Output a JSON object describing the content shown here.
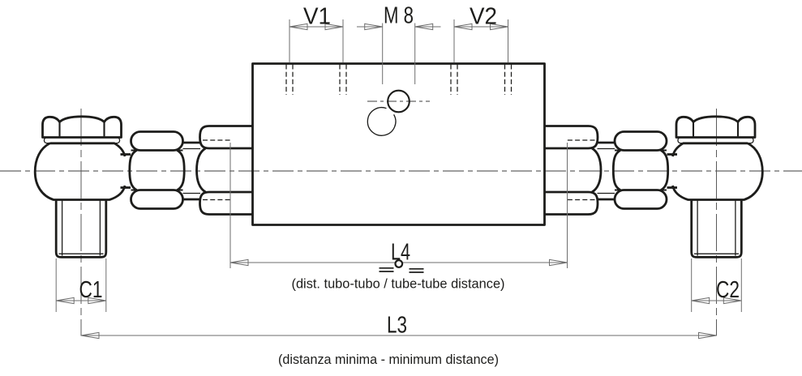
{
  "drawing": {
    "dimensions": {
      "v1": {
        "label": "V1"
      },
      "m8": {
        "label": "M 8"
      },
      "v2": {
        "label": "V2"
      },
      "l4": {
        "label": "L4",
        "caption": "(dist. tubo-tubo / tube-tube distance)"
      },
      "c1": {
        "label": "C1"
      },
      "c2": {
        "label": "C2"
      },
      "l3": {
        "label": "L3",
        "caption": "(distanza minima - minimum distance)"
      }
    },
    "colors": {
      "outline": "#1d1d1b",
      "dimension_lines": "#6e6e6e",
      "background": "#ffffff"
    }
  }
}
